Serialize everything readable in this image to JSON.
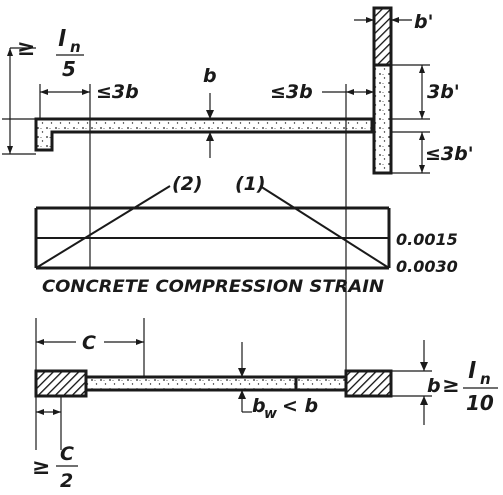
{
  "labels": {
    "ln_over_5": {
      "prefix": "≥",
      "num": "l",
      "sub": "n",
      "den": "5"
    },
    "le_3b_left": "≤3b",
    "b_top": "b",
    "le_3b_right": "≤3b",
    "b_prime_top": "b'",
    "three_b_prime": "3b'",
    "le_3b_prime": "≤3b'",
    "curve_2": "(2)",
    "curve_1": "(1)",
    "strain_0015": "0.0015",
    "strain_0030": "0.0030",
    "strain_caption": "CONCRETE COMPRESSION STRAIN",
    "c_dim": "C",
    "b_ge_ln_over_10": {
      "b": "b",
      "prefix": "≥",
      "num": "l",
      "sub": "n",
      "den": "10"
    },
    "bw_lt_b": {
      "main": "b",
      "sub": "w",
      "rest": "< b"
    },
    "ge_c_over_2": {
      "prefix": "≥",
      "num": "C",
      "den": "2"
    }
  }
}
